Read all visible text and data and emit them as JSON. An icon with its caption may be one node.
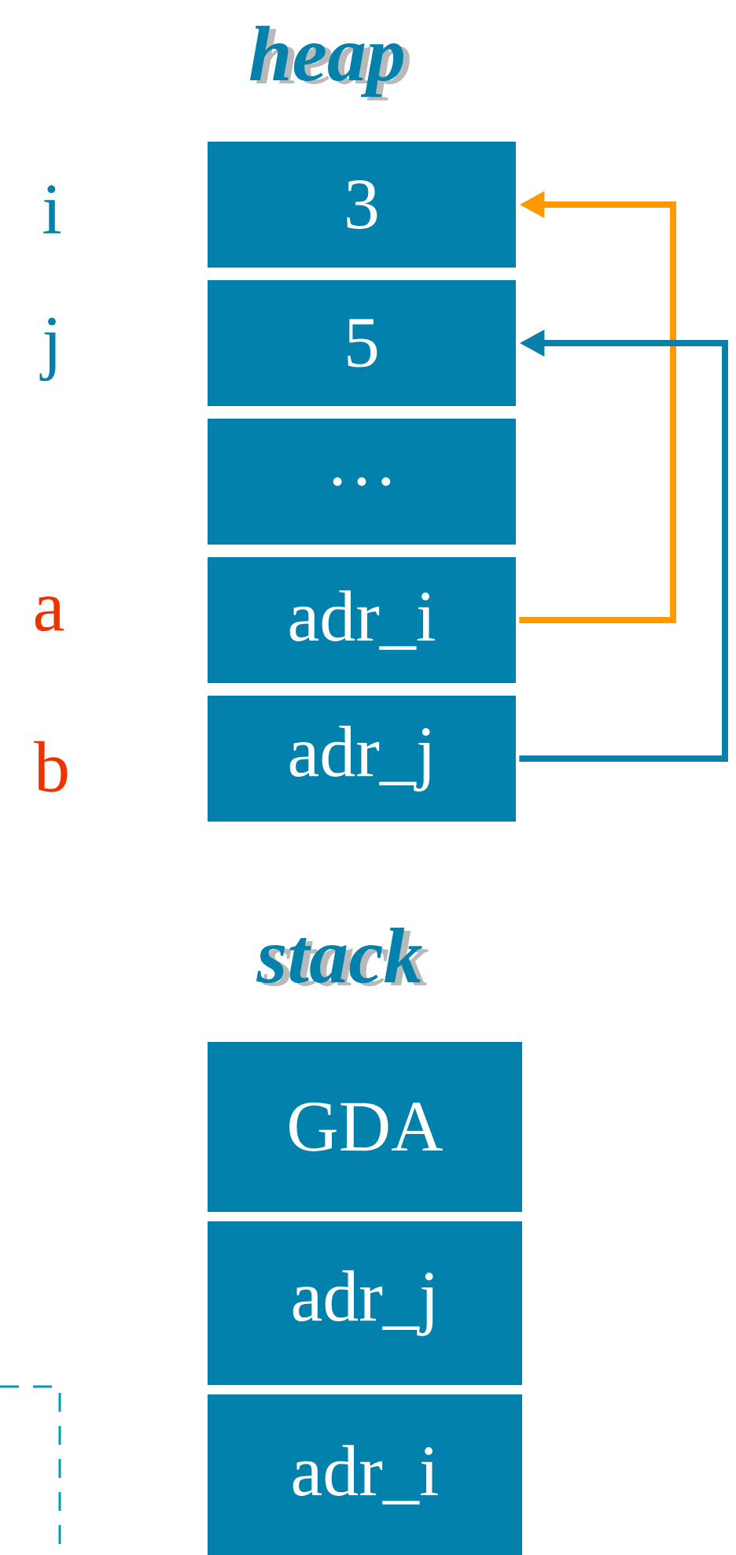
{
  "diagram": {
    "nodes": [
      {
        "text": [
          "3"
        ],
        "beside": [
          "i"
        ]
      },
      {
        "text": [
          "5"
        ],
        "beside": [
          "j"
        ]
      },
      {
        "text": [
          "…"
        ]
      },
      {
        "text": [
          "adr_i"
        ],
        "beside": [
          "a"
        ]
      },
      {
        "text": [
          "adr_j"
        ],
        "beside": [
          "b"
        ]
      },
      {
        "text": [
          "GDA"
        ]
      },
      {
        "text": [
          "adr_j"
        ]
      },
      {
        "text": [
          "adr_i"
        ]
      }
    ],
    "edges": [
      {
        "from": 3,
        "to": 0,
        "arrow": "to",
        "color": "#ff9900"
      },
      {
        "from": 4,
        "to": 1,
        "arrow": "to",
        "color": "#0a7fa8"
      }
    ],
    "labels": [
      "heap",
      "stack"
    ]
  }
}
